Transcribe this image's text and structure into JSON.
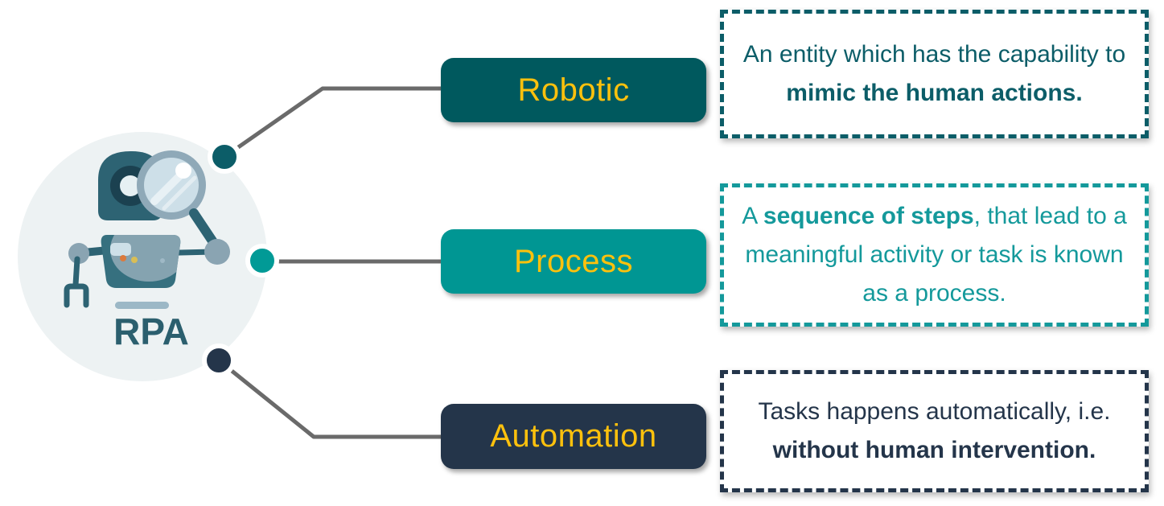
{
  "title": "RPA — Robotic Process Automation diagram",
  "colors": {
    "background": "#FFFFFF",
    "connector": "#6A6A6A",
    "label_text": "#FEC10D",
    "hub_circle_bg": "#EDF2F3",
    "hub_label_color": "#2B5F6E"
  },
  "hub": {
    "label": "RPA",
    "icon": "robot-with-magnifier-icon"
  },
  "nodes": [
    {
      "label": "Robotic",
      "pill_color": "#00595E",
      "accent": "#0C5D68",
      "dot_color": "#0C5D68",
      "description": [
        {
          "text": "An entity which has the capability to ",
          "bold": false
        },
        {
          "text": "mimic the human actions.",
          "bold": true
        }
      ]
    },
    {
      "label": "Process",
      "pill_color": "#009693",
      "accent": "#14999B",
      "dot_color": "#019A96",
      "description": [
        {
          "text": "A ",
          "bold": false
        },
        {
          "text": "sequence of steps",
          "bold": true
        },
        {
          "text": ", that lead to a meaningful activity or task is known as a process.",
          "bold": false
        }
      ]
    },
    {
      "label": "Automation",
      "pill_color": "#24354A",
      "accent": "#24354A",
      "dot_color": "#24354A",
      "description": [
        {
          "text": "Tasks happens automatically, i.e. ",
          "bold": false
        },
        {
          "text": "without human intervention.",
          "bold": true
        }
      ]
    }
  ]
}
